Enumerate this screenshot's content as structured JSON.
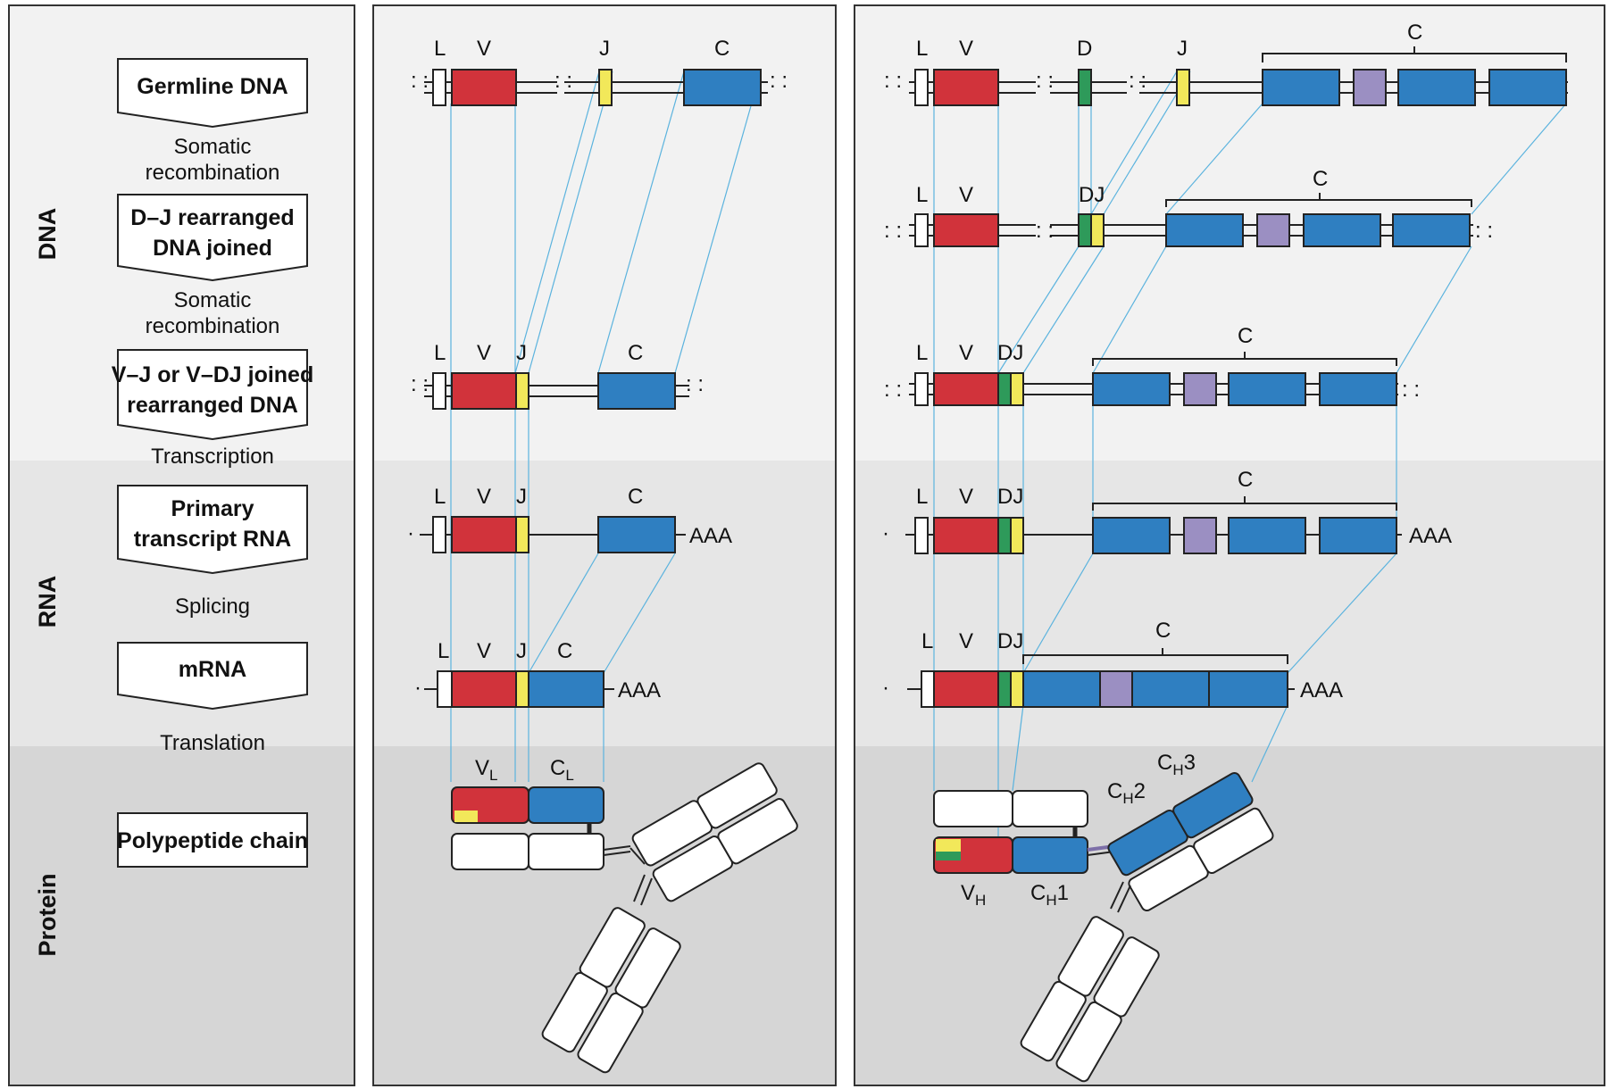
{
  "categories": {
    "dna": "DNA",
    "rna": "RNA",
    "protein": "Protein"
  },
  "stages": {
    "germline": "Germline DNA",
    "dj_line1": "D–J rearranged",
    "dj_line2": "DNA joined",
    "vj_line1": "V–J or V–DJ joined",
    "vj_line2": "rearranged DNA",
    "primary_line1": "Primary",
    "primary_line2": "transcript RNA",
    "mrna": "mRNA",
    "polypeptide": "Polypeptide chain"
  },
  "steps": {
    "somatic1_line1": "Somatic",
    "somatic1_line2": "recombination",
    "somatic2_line1": "Somatic",
    "somatic2_line2": "recombination",
    "transcription": "Transcription",
    "splicing": "Splicing",
    "translation": "Translation"
  },
  "segments": {
    "L": "L",
    "V": "V",
    "D": "D",
    "J": "J",
    "DJ": "DJ",
    "C": "C",
    "polyA": "AAA"
  },
  "domains": {
    "light_v": "V",
    "light_v_sub": "L",
    "light_c": "C",
    "light_c_sub": "L",
    "heavy_v": "V",
    "heavy_v_sub": "H",
    "heavy_c1": "C",
    "heavy_c1_sub": "H",
    "heavy_c1_num": "1",
    "heavy_c2": "C",
    "heavy_c2_sub": "H",
    "heavy_c2_num": "2",
    "heavy_c3": "C",
    "heavy_c3_sub": "H",
    "heavy_c3_num": "3"
  },
  "colors": {
    "V": "#d1333b",
    "J": "#f2e85a",
    "D": "#2e9a5a",
    "C": "#2f7fc1",
    "hinge": "#9b8fc2",
    "band_dna": "#f2f2f2",
    "band_rna": "#e6e6e6",
    "band_protein": "#d6d6d6",
    "line": "#5bb3de"
  }
}
